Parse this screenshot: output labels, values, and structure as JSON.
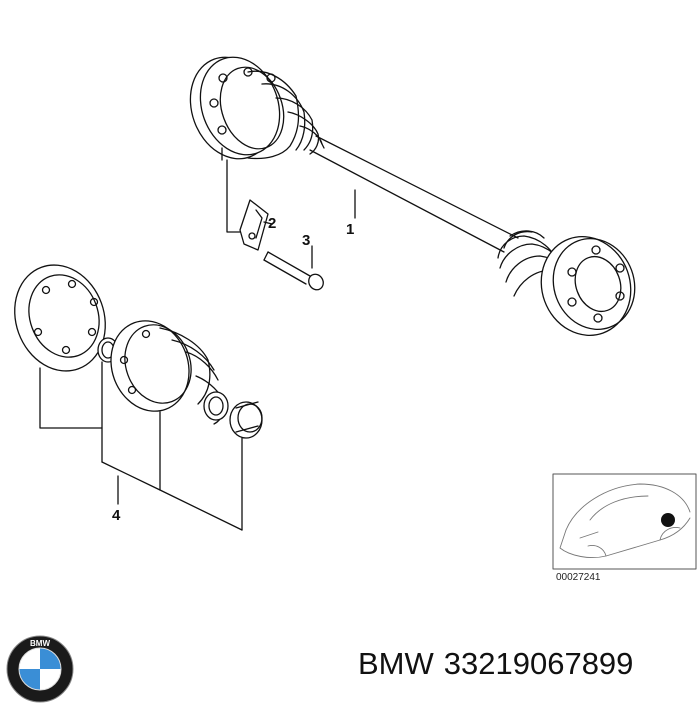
{
  "diagram": {
    "callouts": [
      "1",
      "2",
      "3",
      "4"
    ],
    "thumbnail_code": "00027241"
  },
  "footer": {
    "brand": "BMW",
    "part_number": "33219067899"
  },
  "logo": {
    "text": "BMW",
    "colors": {
      "blue": "#3a8ed6",
      "ring": "#1a1a1a",
      "white": "#ffffff"
    }
  },
  "icons": {
    "logo": "bmw-roundel-icon",
    "thumbnail": "car-location-icon"
  }
}
